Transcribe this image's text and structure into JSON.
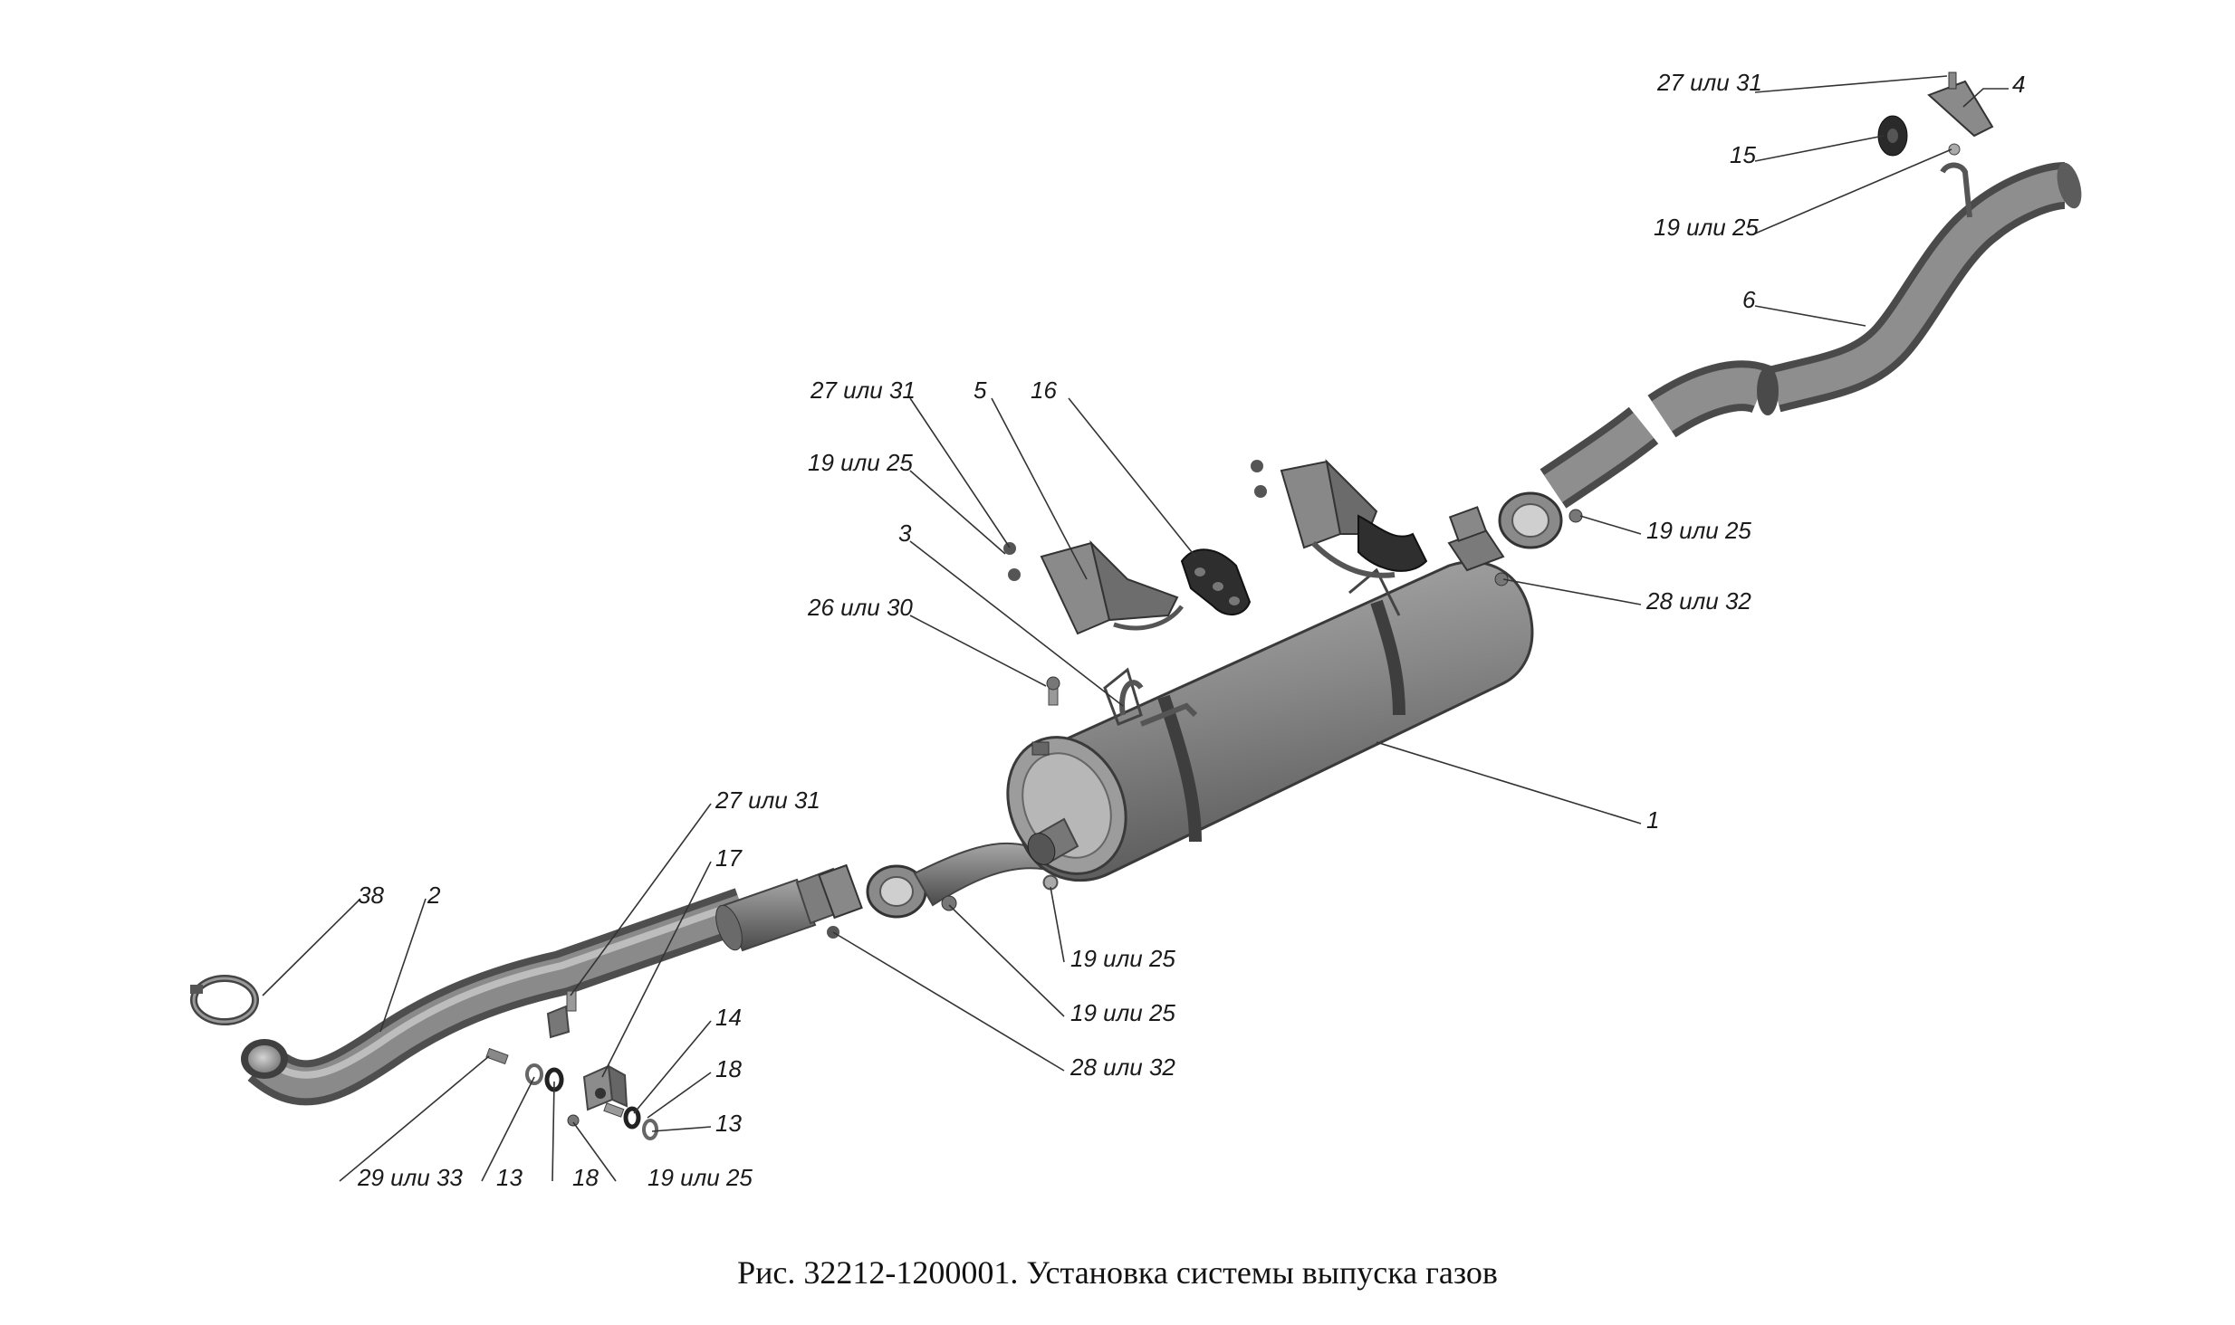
{
  "caption": "Рис. 32212-1200001. Установка системы выпуска газов",
  "callouts": [
    {
      "id": "c-27-31-top",
      "text": "27 или 31"
    },
    {
      "id": "c-4",
      "text": "4"
    },
    {
      "id": "c-15",
      "text": "15"
    },
    {
      "id": "c-19-25-top",
      "text": "19 или 25"
    },
    {
      "id": "c-6",
      "text": "6"
    },
    {
      "id": "c-27-31-mid",
      "text": "27 или 31"
    },
    {
      "id": "c-5",
      "text": "5"
    },
    {
      "id": "c-16",
      "text": "16"
    },
    {
      "id": "c-19-25-mid",
      "text": "19 или 25"
    },
    {
      "id": "c-3",
      "text": "3"
    },
    {
      "id": "c-26-30",
      "text": "26 или 30"
    },
    {
      "id": "c-19-25-right",
      "text": "19 или 25"
    },
    {
      "id": "c-28-32-right",
      "text": "28 или 32"
    },
    {
      "id": "c-1",
      "text": "1"
    },
    {
      "id": "c-27-31-low",
      "text": "27 или 31"
    },
    {
      "id": "c-17",
      "text": "17"
    },
    {
      "id": "c-38",
      "text": "38"
    },
    {
      "id": "c-2",
      "text": "2"
    },
    {
      "id": "c-19-25-a",
      "text": "19 или 25"
    },
    {
      "id": "c-19-25-b",
      "text": "19 или 25"
    },
    {
      "id": "c-28-32-low",
      "text": "28 или 32"
    },
    {
      "id": "c-14",
      "text": "14"
    },
    {
      "id": "c-18-right",
      "text": "18"
    },
    {
      "id": "c-13-right",
      "text": "13"
    },
    {
      "id": "c-29-33",
      "text": "29 или 33"
    },
    {
      "id": "c-13-bottom",
      "text": "13"
    },
    {
      "id": "c-18-bottom",
      "text": "18"
    },
    {
      "id": "c-19-25-bottom",
      "text": "19 или 25"
    }
  ]
}
